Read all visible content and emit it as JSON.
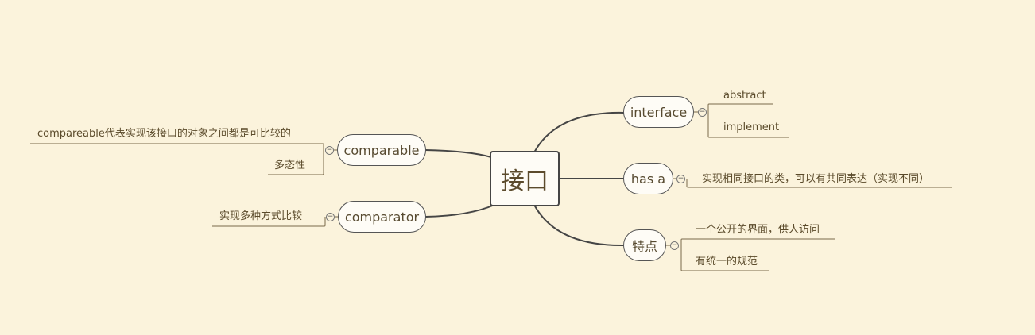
{
  "central": {
    "label": "接口"
  },
  "topics": {
    "interface": {
      "label": "interface",
      "children": [
        "abstract",
        "implement"
      ]
    },
    "has_a": {
      "label": "has a",
      "children": [
        "实现相同接口的类，可以有共同表达（实现不同）"
      ]
    },
    "features": {
      "label": "特点",
      "children": [
        "一个公开的界面，供人访问",
        "有统一的规范"
      ]
    },
    "comparable": {
      "label": "comparable",
      "children": [
        "compareable代表实现该接口的对象之间都是可比较的",
        "多态性"
      ]
    },
    "comparator": {
      "label": "comparator",
      "children": [
        "实现多种方式比较"
      ]
    }
  },
  "collapse_icon": {
    "glyph": "−"
  },
  "colors": {
    "background": "#fbf3dc",
    "node_fill": "#fefcf6",
    "line": "#454545",
    "leaf_line": "#7a6a4a"
  }
}
